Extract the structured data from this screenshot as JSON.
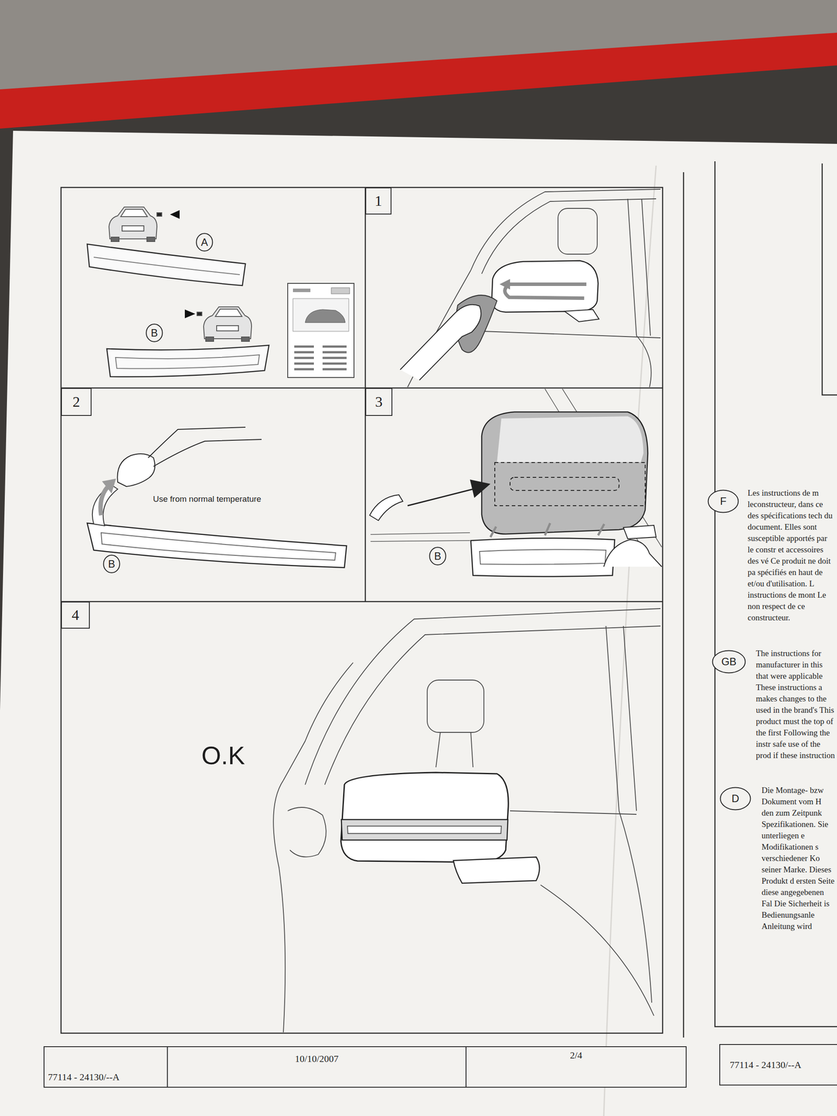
{
  "diagram": {
    "nodes": [
      {
        "text": [
          "A"
        ]
      },
      {
        "text": [
          "B"
        ]
      },
      {
        "text": [
          "1"
        ]
      },
      {
        "text": [
          "2"
        ]
      },
      {
        "text": [
          "B"
        ]
      },
      {
        "text": [
          "3"
        ]
      },
      {
        "text": [
          "B"
        ]
      },
      {
        "text": [
          "4"
        ]
      },
      {
        "text": [
          "77114 - 24130/--A"
        ]
      },
      {
        "text": [
          "10/10/2007"
        ]
      },
      {
        "text": [
          "2/4"
        ]
      },
      {
        "text": [
          "F"
        ]
      },
      {
        "text": [
          "GB"
        ]
      },
      {
        "text": [
          "D"
        ]
      },
      {
        "text": [
          "77114 - 24130/--A"
        ]
      }
    ],
    "labels": [
      "Use from normal temperature",
      "O.K",
      "Les instructions de m leconstructeur, dans ce des spécifications tech du document. Elles sont susceptible apportés par le constr et accessoires des vé Ce produit ne doit pa spécifiés en haut de et/ou d'utilisation. L instructions de mont Le non respect de ce constructeur.",
      "The instructions for manufacturer in this that were applicable These instructions a makes changes to the used in the brand's This product must the top of the first Following the instr safe use of the prod if these instruction",
      "Die Montage- bzw Dokument vom H den zum Zeitpunk Spezifikationen. Sie unterliegen e Modifikationen s verschiedener Ko seiner Marke. Dieses Produkt d ersten Seite diese angegebenen Fal Die Sicherheit is Bedienungsanle Anleitung wird"
    ]
  }
}
